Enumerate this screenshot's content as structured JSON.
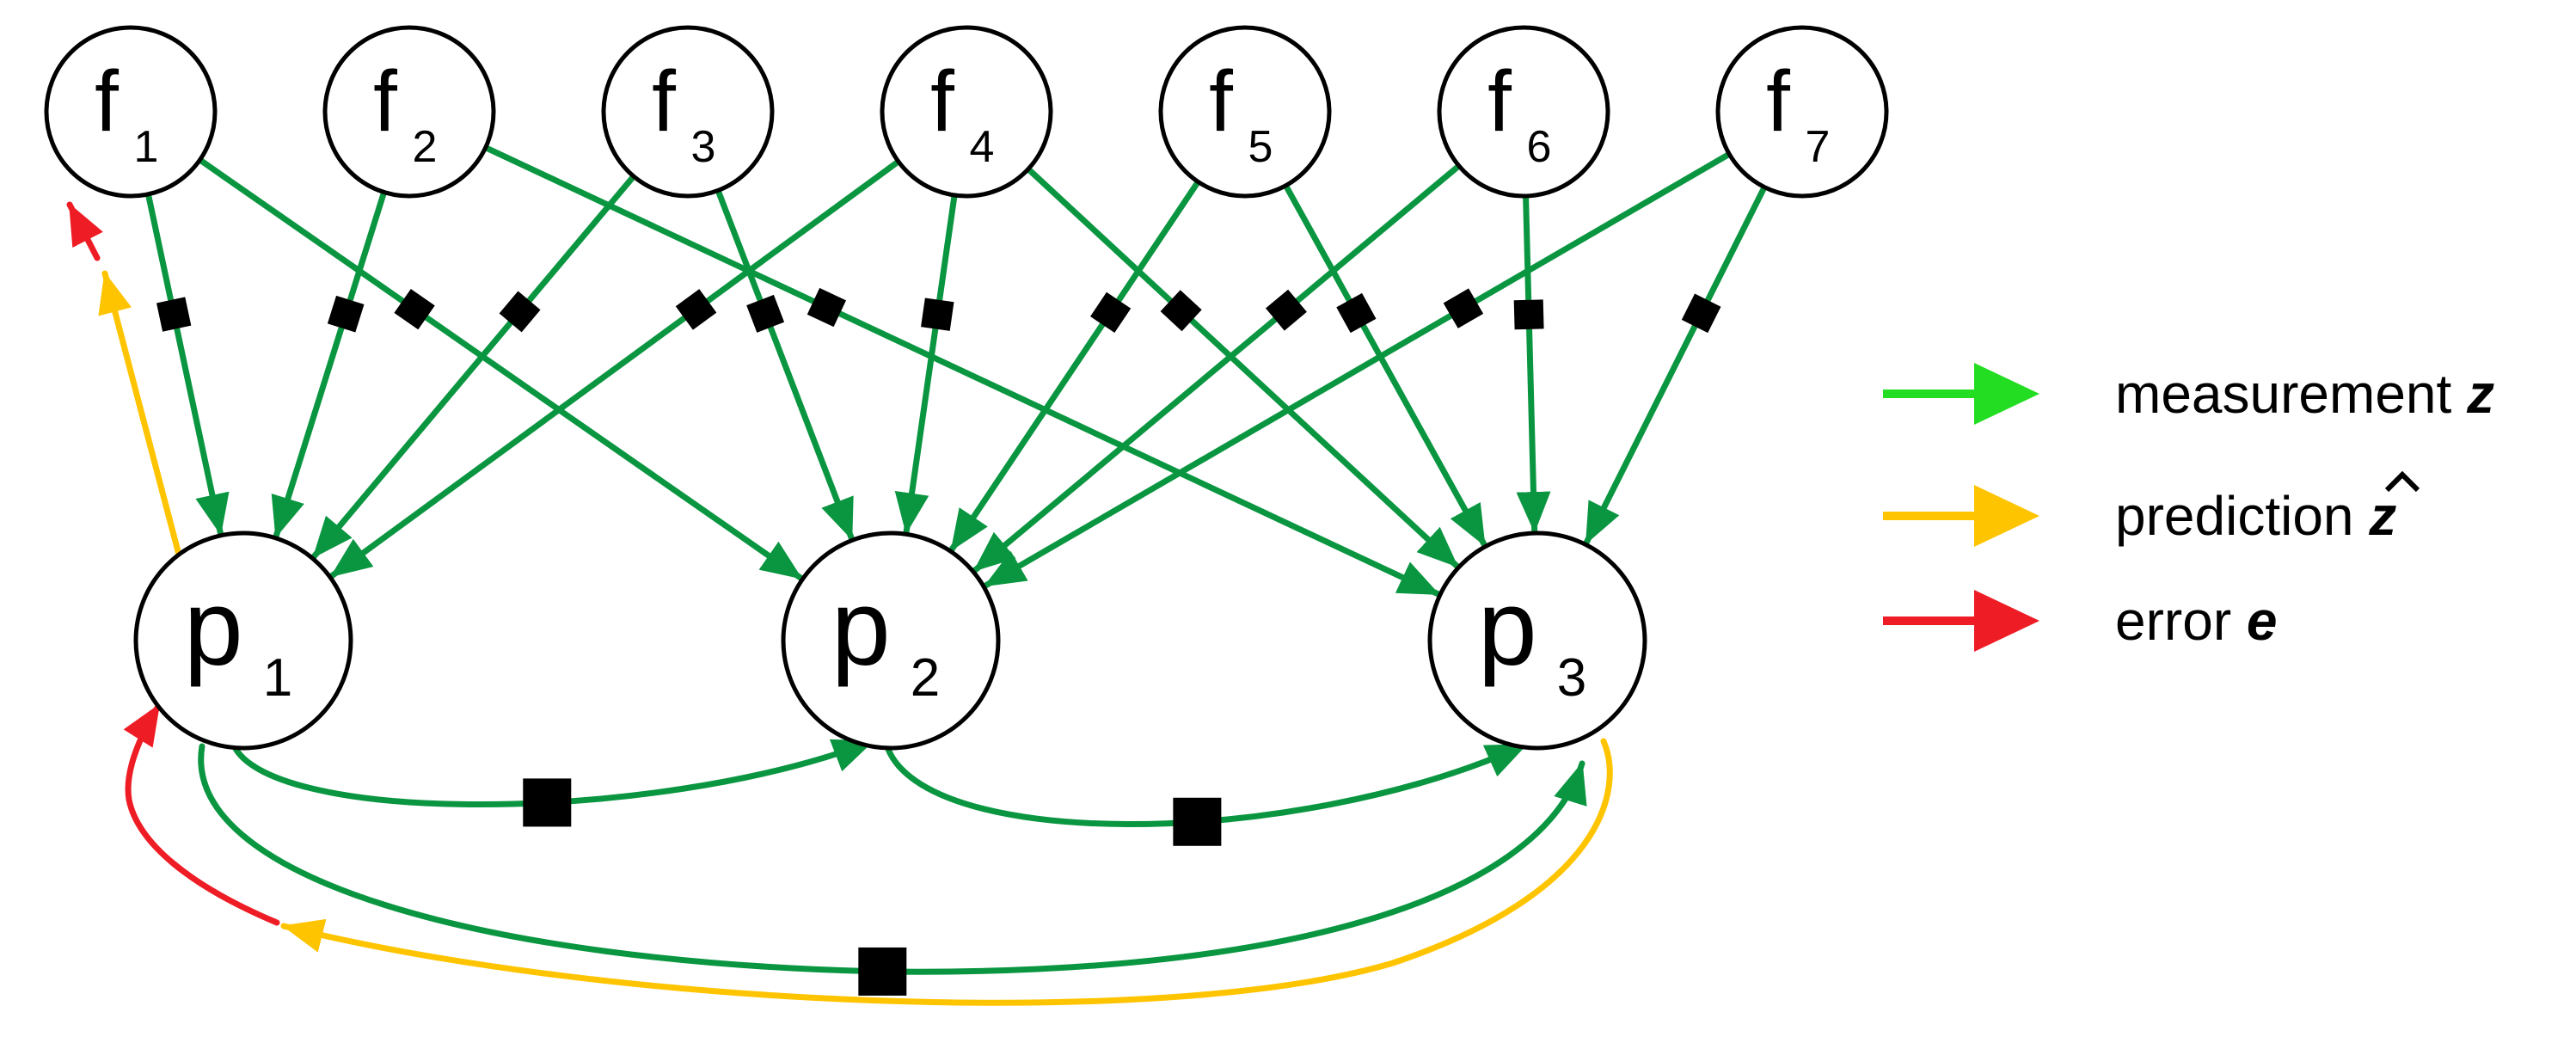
{
  "colors": {
    "measurement": "#0a9640",
    "measurement_legend": "#22dd22",
    "prediction": "#ffc400",
    "error": "#ee1c24",
    "factor": "#000000"
  },
  "feature_nodes": [
    {
      "base": "f",
      "sub": "1"
    },
    {
      "base": "f",
      "sub": "2"
    },
    {
      "base": "f",
      "sub": "3"
    },
    {
      "base": "f",
      "sub": "4"
    },
    {
      "base": "f",
      "sub": "5"
    },
    {
      "base": "f",
      "sub": "6"
    },
    {
      "base": "f",
      "sub": "7"
    }
  ],
  "pose_nodes": [
    {
      "base": "p",
      "sub": "1"
    },
    {
      "base": "p",
      "sub": "2"
    },
    {
      "base": "p",
      "sub": "3"
    }
  ],
  "measurement_edges": [
    {
      "from": "f1",
      "to": "p1"
    },
    {
      "from": "f1",
      "to": "p2"
    },
    {
      "from": "f2",
      "to": "p1"
    },
    {
      "from": "f2",
      "to": "p3"
    },
    {
      "from": "f3",
      "to": "p1"
    },
    {
      "from": "f3",
      "to": "p2"
    },
    {
      "from": "f4",
      "to": "p1"
    },
    {
      "from": "f4",
      "to": "p2"
    },
    {
      "from": "f4",
      "to": "p3"
    },
    {
      "from": "f5",
      "to": "p2"
    },
    {
      "from": "f5",
      "to": "p3"
    },
    {
      "from": "f6",
      "to": "p2"
    },
    {
      "from": "f6",
      "to": "p3"
    },
    {
      "from": "f7",
      "to": "p2"
    },
    {
      "from": "f7",
      "to": "p3"
    }
  ],
  "odometry_edges": [
    {
      "from": "p1",
      "to": "p2"
    },
    {
      "from": "p2",
      "to": "p3"
    },
    {
      "from": "p1",
      "to": "p3"
    }
  ],
  "legend": {
    "measurement": {
      "label": "measurement ",
      "symbol": "z"
    },
    "prediction": {
      "label": "prediction ",
      "symbol": "z"
    },
    "error": {
      "label": "error ",
      "symbol": "e"
    }
  }
}
